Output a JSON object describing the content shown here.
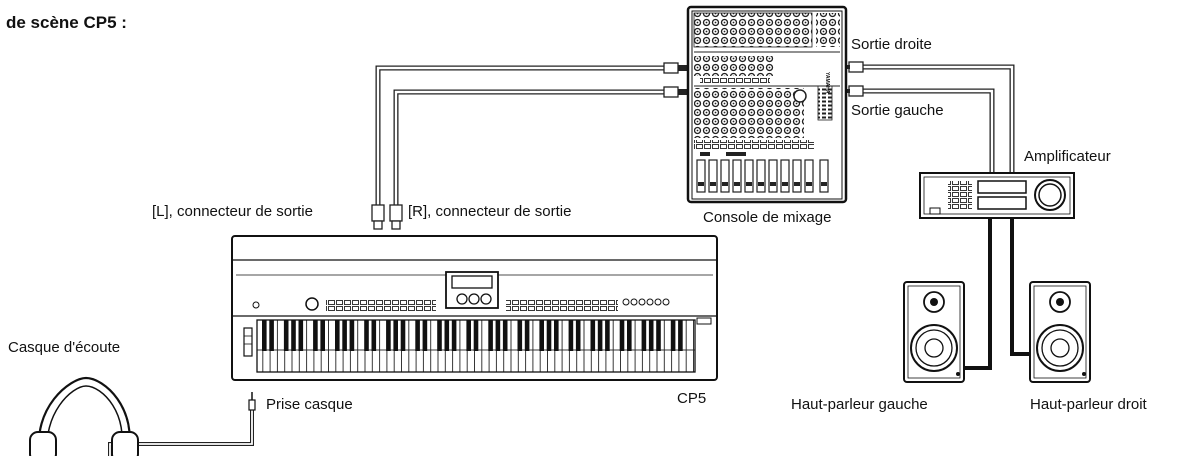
{
  "title": "de scène CP5 :",
  "labels": {
    "sortie_droite": "Sortie droite",
    "sortie_gauche": "Sortie gauche",
    "amplificateur": "Amplificateur",
    "console": "Console de mixage",
    "connecteur_l": "[L], connecteur de sortie",
    "connecteur_r": "[R], connecteur de sortie",
    "casque": "Casque d'écoute",
    "prise_casque": "Prise casque",
    "cp5": "CP5",
    "hp_gauche": "Haut-parleur gauche",
    "hp_droit": "Haut-parleur droit"
  },
  "mixer_brand": "YAMAHA",
  "icons": {
    "mixer": "mixing-console-icon",
    "amplifier": "amplifier-icon",
    "speaker_left": "speaker-icon",
    "speaker_right": "speaker-icon",
    "keyboard": "stage-piano-icon",
    "headphones": "headphones-icon"
  }
}
